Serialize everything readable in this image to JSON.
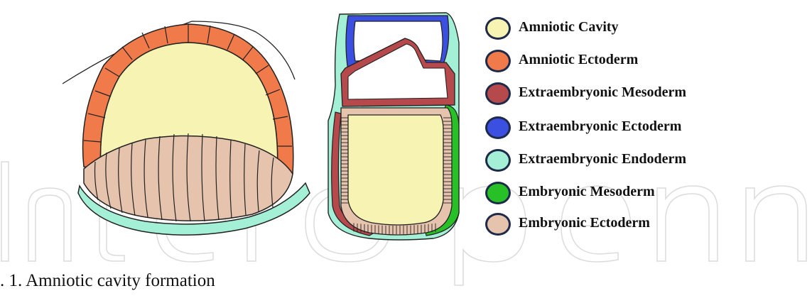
{
  "legend": [
    {
      "label": "Amniotic Cavity",
      "color": "#f7f3b3"
    },
    {
      "label": "Amniotic Ectoderm",
      "color": "#f07a4a"
    },
    {
      "label": "Extraembryonic Mesoderm",
      "color": "#b5494c"
    },
    {
      "label": "Extraembryonic Ectoderm",
      "color": "#3b4fe0"
    },
    {
      "label": "Extraembryonic Endoderm",
      "color": "#a4f0d6"
    },
    {
      "label": "Embryonic Mesoderm",
      "color": "#27c027"
    },
    {
      "label": "Embryonic Ectoderm",
      "color": "#e6c3ad"
    }
  ],
  "caption": ". 1. Amniotic cavity formation",
  "colors": {
    "outline": "#222222",
    "swatch_border": "#1e2a4a",
    "watermark": "#d9d9d9"
  }
}
